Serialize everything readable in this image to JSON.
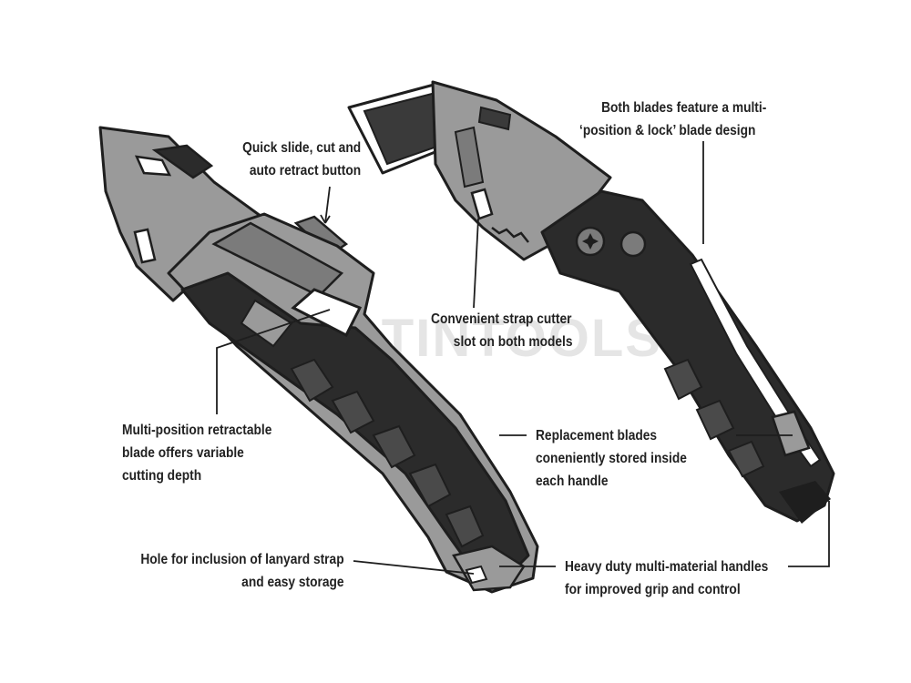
{
  "watermark": "TESTINTOOLS",
  "colors": {
    "outline": "#1e1e1e",
    "grip": "#2b2b2b",
    "grip_light": "#4a4a4a",
    "metal": "#9a9a9a",
    "metal_dark": "#7b7b7b",
    "blade": "#3a3a3a",
    "white": "#ffffff"
  },
  "callouts": {
    "quick_slide": [
      "Quick slide, cut and",
      "auto retract button"
    ],
    "multi_position": [
      "Multi-position retractable",
      "blade offers variable",
      "cutting depth"
    ],
    "lanyard": [
      "Hole for inclusion of lanyard strap",
      "and easy storage"
    ],
    "strap_cutter": [
      "Convenient strap cutter",
      "slot on both models"
    ],
    "position_lock": [
      "Both blades feature a multi-",
      "‘position & lock’ blade design"
    ],
    "replacement": [
      "Replacement blades",
      "coneniently stored inside",
      "each handle"
    ],
    "heavy_duty": [
      "Heavy duty multi-material handles",
      "for improved grip and control"
    ]
  }
}
